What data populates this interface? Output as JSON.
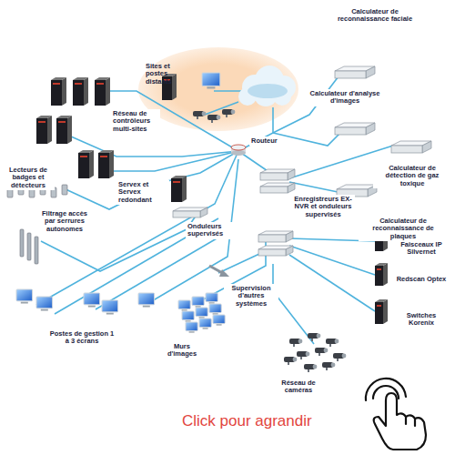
{
  "diagram": {
    "labels": [
      "Sites et postes distants",
      "Calculateur de reconnaissance faciale",
      "Calculateur d'analyse d'images",
      "Calculateur de détection de gaz toxique",
      "Calculateur de reconnaissance de plaques",
      "Réseau de contrôleurs multi-sites",
      "Lecteurs de badges et détecteurs",
      "Routeur",
      "Servex et Servex redondant",
      "Onduleurs supervisés",
      "Enregistreurs EX-NVR et onduleurs supervisés",
      "Filtrage accès par serrures autonomes",
      "Faisceaux IP Silvernet",
      "Redscan Optex",
      "Switches Korenix",
      "Supervision d'autres systèmes",
      "Postes de gestion 1 à 3 écrans",
      "Murs d'images",
      "Réseau de caméras",
      "Click pour agrandir"
    ]
  }
}
